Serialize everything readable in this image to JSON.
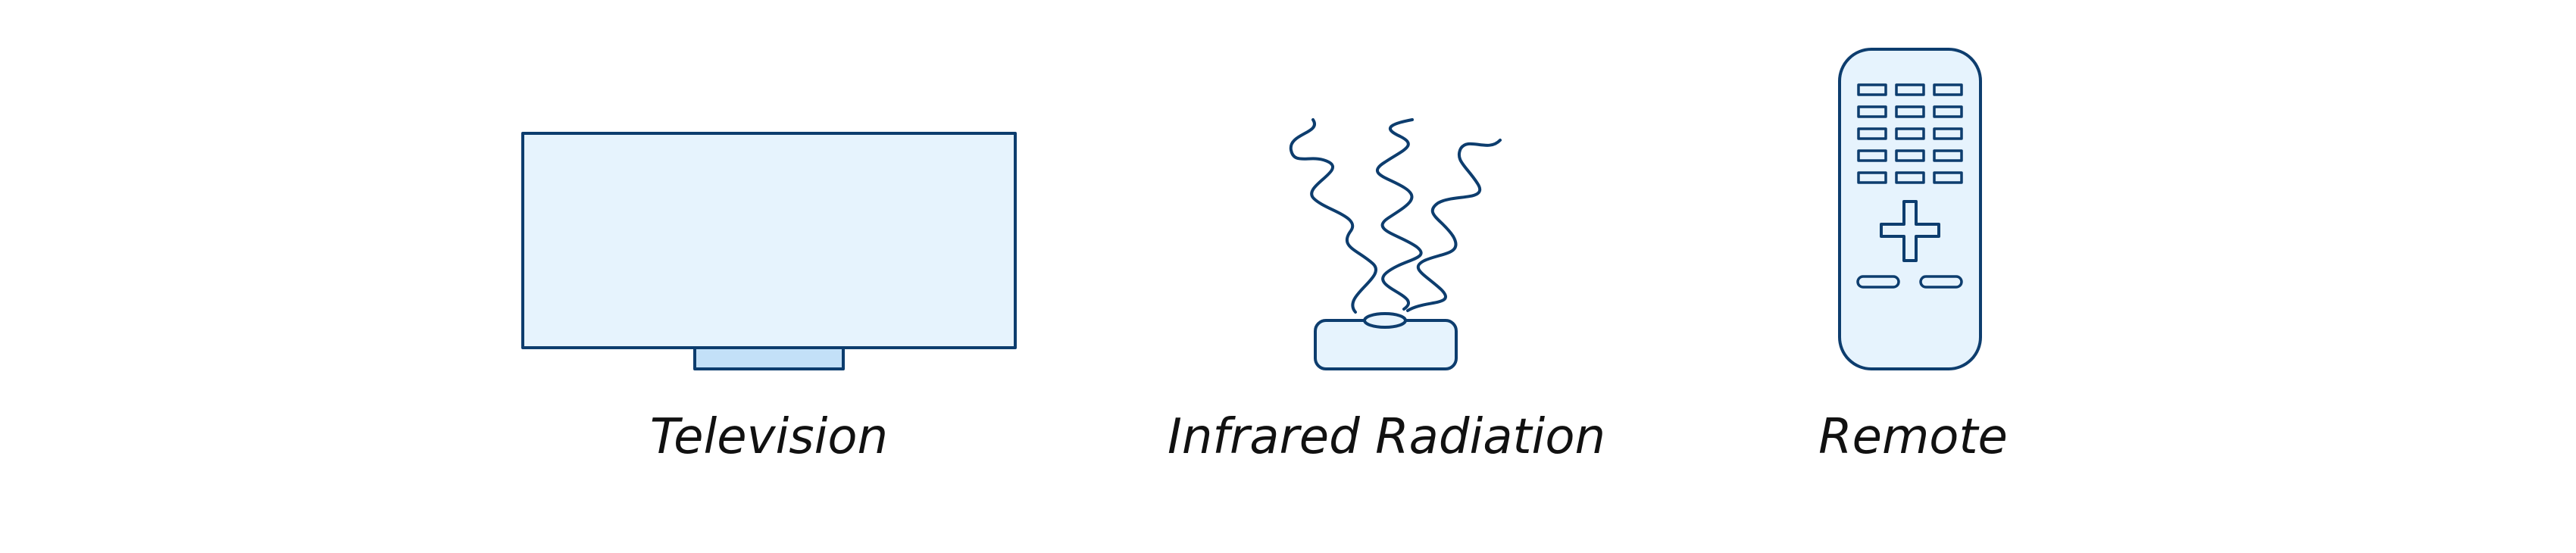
{
  "labels": {
    "television": "Television",
    "infrared": "Infrared Radiation",
    "remote": "Remote"
  },
  "icons": {
    "television": "television-icon",
    "infrared": "infrared-radiation-icon",
    "remote": "remote-control-icon"
  },
  "colors": {
    "stroke": "#0d3d6e",
    "fill": "#e6f3fd",
    "fill_accent": "#c3e0f8",
    "text": "#111111",
    "background": "#ffffff"
  }
}
